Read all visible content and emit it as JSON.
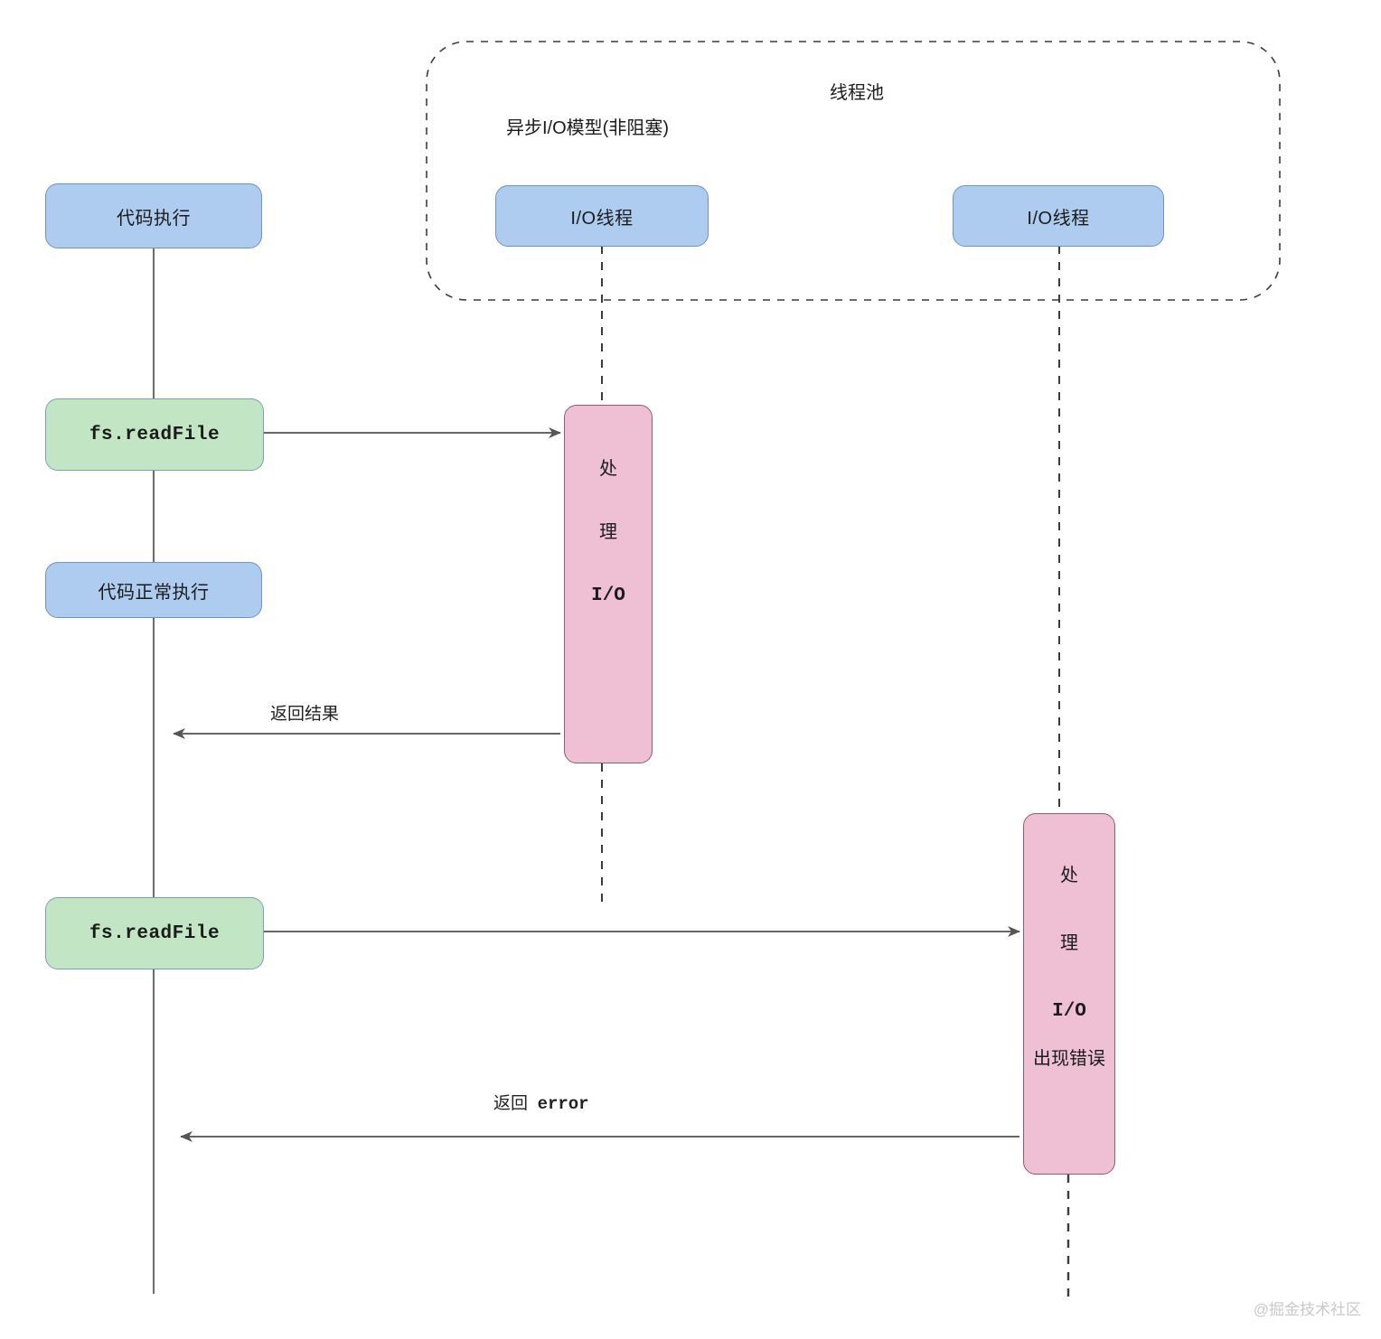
{
  "diagram": {
    "title_threadpool": "线程池",
    "subtitle_model": "异步I/O模型(非阻塞)",
    "watermark": "@掘金技术社区",
    "colors": {
      "blue_fill": "#aeccf0",
      "blue_stroke": "#7391bd",
      "green_fill": "#c2e6c4",
      "green_stroke": "#7b9fbe",
      "pink_fill": "#efc0d3",
      "pink_stroke": "#8a6071",
      "line": "#666666",
      "dashed": "#444444",
      "watermark": "#c9c9c9"
    }
  },
  "nodes": {
    "code_exec": "代码执行",
    "fs_read_file_1": "fs.readFile",
    "code_normal_exec": "代码正常执行",
    "fs_read_file_2": "fs.readFile",
    "io_thread_1": "I/O线程",
    "io_thread_2": "I/O线程",
    "process_io_1": {
      "line1": "处",
      "line2": "理",
      "line3": "I/O"
    },
    "process_io_2": {
      "line1": "处",
      "line2": "理",
      "line3": "I/O",
      "line4": "出现错误"
    }
  },
  "edges": {
    "return_result": "返回结果",
    "return_error_cn": "返回",
    "return_error_en": "error"
  }
}
